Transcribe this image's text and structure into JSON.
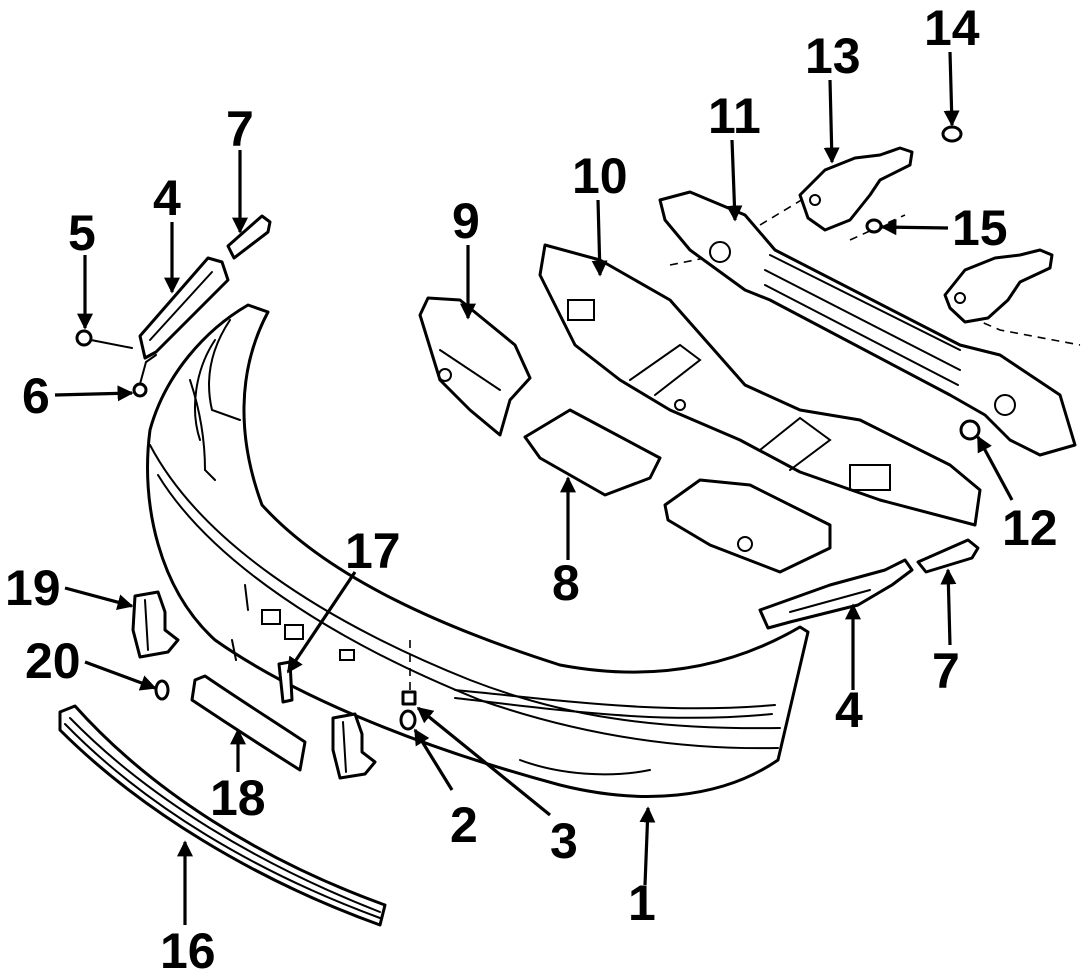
{
  "diagram": {
    "callouts": [
      {
        "id": "1",
        "label": "1"
      },
      {
        "id": "2",
        "label": "2"
      },
      {
        "id": "3",
        "label": "3"
      },
      {
        "id": "4a",
        "label": "4"
      },
      {
        "id": "4b",
        "label": "4"
      },
      {
        "id": "5",
        "label": "5"
      },
      {
        "id": "6",
        "label": "6"
      },
      {
        "id": "7a",
        "label": "7"
      },
      {
        "id": "7b",
        "label": "7"
      },
      {
        "id": "8",
        "label": "8"
      },
      {
        "id": "9",
        "label": "9"
      },
      {
        "id": "10",
        "label": "10"
      },
      {
        "id": "11",
        "label": "11"
      },
      {
        "id": "12",
        "label": "12"
      },
      {
        "id": "13",
        "label": "13"
      },
      {
        "id": "14",
        "label": "14"
      },
      {
        "id": "15",
        "label": "15"
      },
      {
        "id": "16",
        "label": "16"
      },
      {
        "id": "17",
        "label": "17"
      },
      {
        "id": "18",
        "label": "18"
      },
      {
        "id": "19",
        "label": "19"
      },
      {
        "id": "20",
        "label": "20"
      }
    ]
  }
}
